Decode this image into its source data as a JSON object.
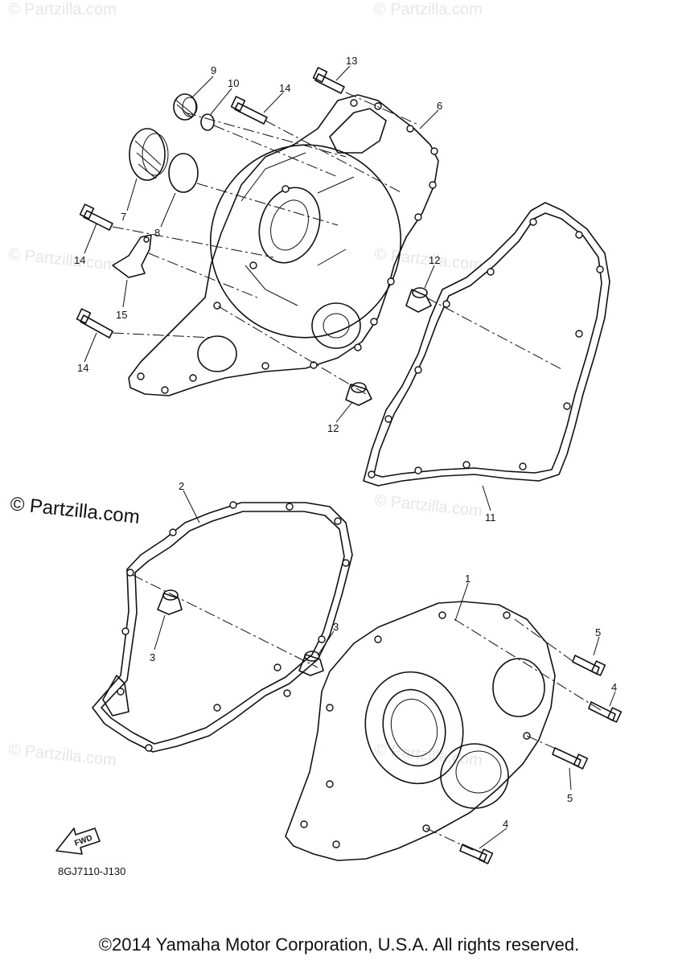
{
  "watermarks": {
    "faint": "© Partzilla.com",
    "main": "© Partzilla.com"
  },
  "callouts": {
    "c1": "1",
    "c2": "2",
    "c3a": "3",
    "c3b": "3",
    "c4a": "4",
    "c4b": "4",
    "c5a": "5",
    "c5b": "5",
    "c6": "6",
    "c7": "7",
    "c8": "8",
    "c9": "9",
    "c10": "10",
    "c11": "11",
    "c12a": "12",
    "c12b": "12",
    "c13": "13",
    "c14a": "14",
    "c14b": "14",
    "c14c": "14",
    "c15": "15"
  },
  "fwd_label": "FWD",
  "diagram_code": "8GJ7110-J130",
  "copyright": "©2014 Yamaha Motor Corporation, U.S.A. All rights reserved."
}
